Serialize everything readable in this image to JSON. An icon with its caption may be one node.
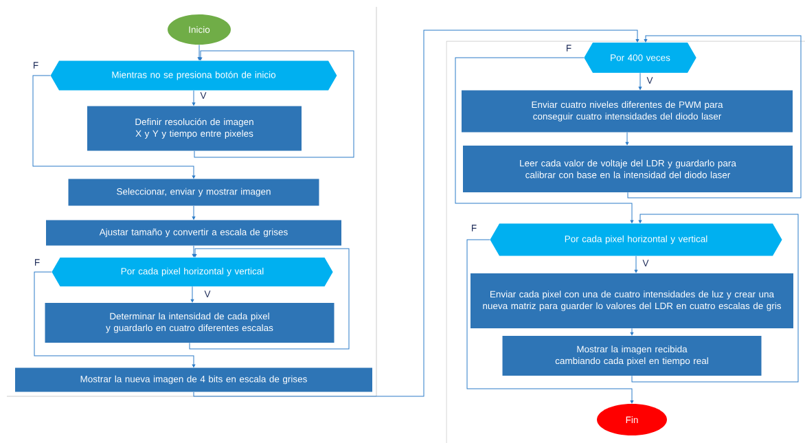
{
  "diagram": {
    "nodes": [
      {
        "text": [
          "Inicio"
        ]
      },
      {
        "text": [
          "Mientras no se presiona botón de inicio"
        ]
      },
      {
        "text": [
          "Definir resolución de imagen X y Y y tiempo entre pixeles"
        ]
      },
      {
        "text": [
          "Seleccionar, enviar y mostrar imagen"
        ]
      },
      {
        "text": [
          "Ajustar tamaño y convertir a escala de grises"
        ]
      },
      {
        "text": [
          "Por cada pixel horizontal y vertical"
        ]
      },
      {
        "text": [
          "Determinar la intensidad de cada pixel y guardarlo en cuatro diferentes escalas"
        ]
      },
      {
        "text": [
          "Mostrar la nueva imagen de 4 bits en escala de grises"
        ]
      },
      {
        "text": [
          "Por 400 veces"
        ]
      },
      {
        "text": [
          "Enviar cuatro niveles diferentes de PWM para conseguir cuatro intensidades del diodo laser"
        ]
      },
      {
        "text": [
          "Leer cada valor de voltaje del LDR y guardarlo para calibrar con base en la intensidad del diodo laser"
        ]
      },
      {
        "text": [
          "Por cada pixel horizontal y vertical"
        ]
      },
      {
        "text": [
          "Enviar cada pixel con una de cuatro intensidades de luz y crear una nueva matriz para guarder lo valores del LDR en cuatro escalas de gris"
        ]
      },
      {
        "text": [
          "Mostrar la imagen recibida cambiando cada pixel en tiempo real"
        ]
      },
      {
        "text": [
          "Fin"
        ]
      }
    ],
    "edges": [
      {
        "from": 0,
        "to": 1,
        "arrow": "to"
      },
      {
        "from": 1,
        "to": 2,
        "arrow": "to",
        "label": "V"
      },
      {
        "from": 2,
        "to": 1,
        "arrow": "to"
      },
      {
        "from": 1,
        "to": 3,
        "arrow": "to",
        "label": "F"
      },
      {
        "from": 3,
        "to": 4,
        "arrow": "to"
      },
      {
        "from": 4,
        "to": 5,
        "arrow": "to"
      },
      {
        "from": 5,
        "to": 6,
        "arrow": "to",
        "label": "V"
      },
      {
        "from": 6,
        "to": 5,
        "arrow": "to"
      },
      {
        "from": 5,
        "to": 7,
        "arrow": "to",
        "label": "F"
      },
      {
        "from": 7,
        "to": 8,
        "arrow": "to"
      },
      {
        "from": 8,
        "to": 9,
        "arrow": "to",
        "label": "V"
      },
      {
        "from": 9,
        "to": 10,
        "arrow": "to"
      },
      {
        "from": 10,
        "to": 8,
        "arrow": "to"
      },
      {
        "from": 8,
        "to": 11,
        "arrow": "to",
        "label": "F"
      },
      {
        "from": 11,
        "to": 12,
        "arrow": "to",
        "label": "V"
      },
      {
        "from": 12,
        "to": 13,
        "arrow": "to"
      },
      {
        "from": 13,
        "to": 11,
        "arrow": "to"
      },
      {
        "from": 11,
        "to": 14,
        "arrow": "to",
        "label": "F"
      }
    ]
  }
}
